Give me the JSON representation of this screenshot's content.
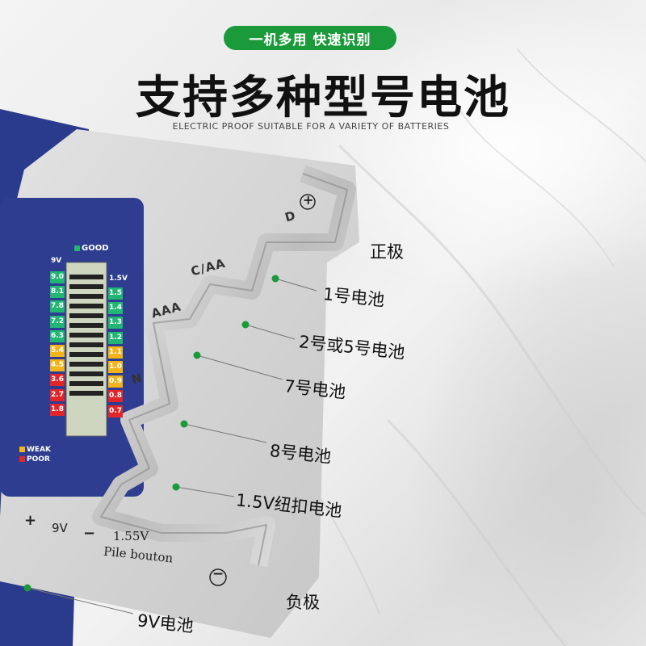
{
  "header": {
    "badge": "一机多用 快速识别",
    "title": "支持多种型号电池",
    "subtitle": "ELECTRIC PROOF SUITABLE FOR A VARIETY OF BATTERIES"
  },
  "device": {
    "legend_good": "GOOD",
    "legend_weak": "WEAK",
    "legend_poor": "POOR",
    "scale_left_header": "9V",
    "scale_right_header": "1.5V",
    "scale_left": [
      "9.0",
      "8.1",
      "7.8",
      "7.2",
      "6.3",
      "5.4",
      "4.5",
      "3.6",
      "2.7",
      "1.8"
    ],
    "scale_right": [
      "1.5",
      "1.4",
      "1.3",
      "1.2",
      "1.1",
      "1.0",
      "0.9",
      "0.8",
      "0.7"
    ],
    "slot_d": "D",
    "slot_caa": "C/AA",
    "slot_aaa": "AAA",
    "slot_n": "N",
    "plus_sign": "+",
    "minus_sign": "−",
    "bottom_plus": "+",
    "bottom_9v": "9V",
    "bottom_minus": "−",
    "bottom_155v": "1.55V",
    "bottom_pile": "Pile bouton"
  },
  "callouts": {
    "positive": "正极",
    "no1": "1号电池",
    "no2_5": "2号或5号电池",
    "no7": "7号电池",
    "no8": "8号电池",
    "button": "1.5V纽扣电池",
    "negative": "负极",
    "v9": "9V电池"
  },
  "colors": {
    "accent_green": "#1a9a3a",
    "device_blue": "#2a3a8c",
    "good_green": "#22b573",
    "weak_yellow": "#f2b41a",
    "poor_red": "#e0262b"
  }
}
